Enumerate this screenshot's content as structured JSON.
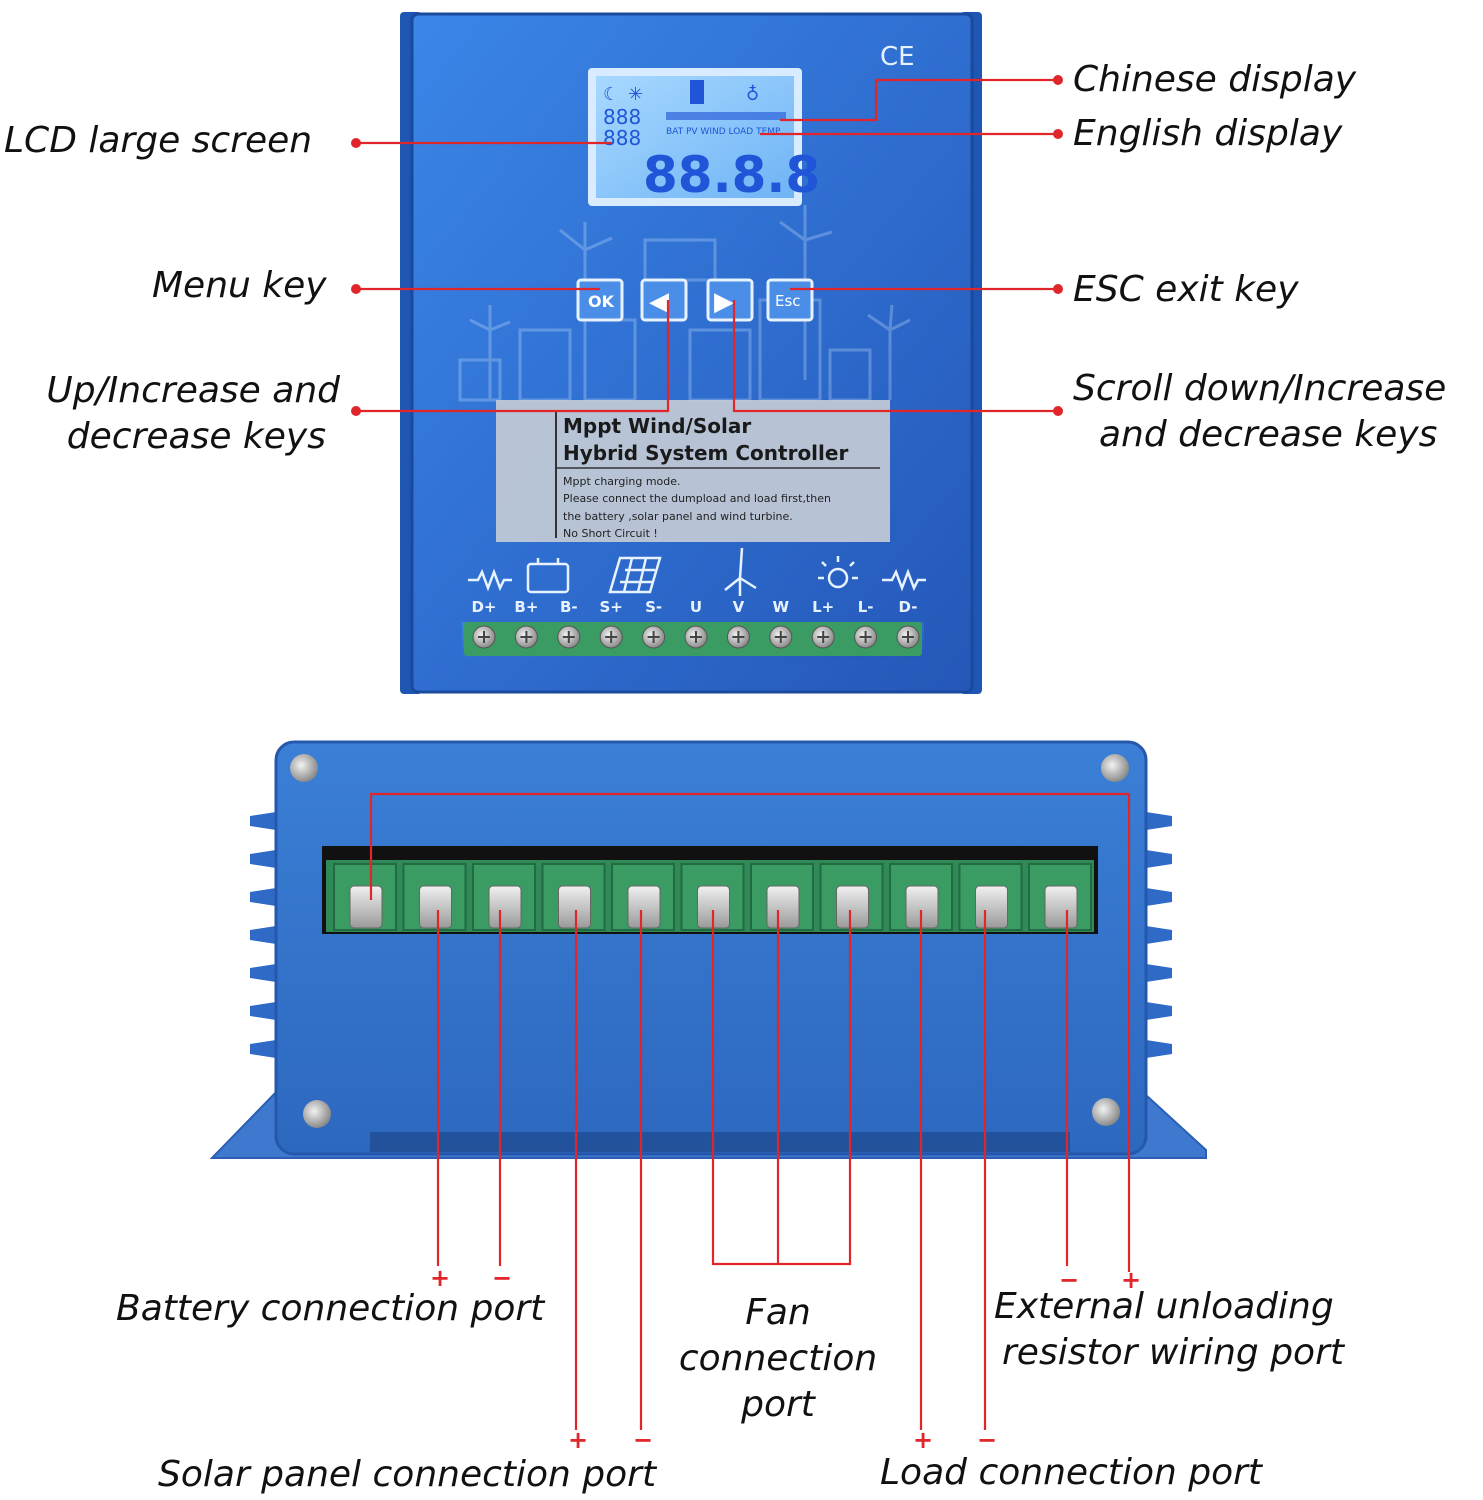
{
  "colors": {
    "leader": "#e0262a",
    "body_blue": "#2b6fd1",
    "body_blue_dark": "#1c4fa8",
    "terminal_green": "#2f8a57",
    "lcd_blue": "#8ec9ff"
  },
  "device": {
    "ce_mark": "CE",
    "lcd_digits": "88.8.8",
    "lcd_small_a": "888",
    "lcd_small_b": "888",
    "lcd_row_labels": "BAT PV WIND LOAD TEMP",
    "keys": {
      "ok": "OK",
      "left": "◀",
      "right": "▶",
      "esc": "Esc"
    },
    "label_title_1": "Mppt Wind/Solar",
    "label_title_2": "Hybrid System Controller",
    "label_lines": [
      "Mppt charging mode.",
      "Please connect the dumpload and load first,then",
      "the battery ,solar panel and wind turbine.",
      "No Short Circuit !"
    ],
    "terminal_labels": [
      "D+",
      "B+",
      "B-",
      "S+",
      "S-",
      "U",
      "V",
      "W",
      "L+",
      "L-",
      "D-"
    ],
    "terminal_icons": [
      "resistor-icon",
      "battery-icon",
      "solar-panel-icon",
      "wind-turbine-icon",
      "lamp-icon",
      "resistor-icon"
    ]
  },
  "callouts": {
    "lcd": "LCD large screen",
    "chinese": "Chinese display",
    "english": "English display",
    "menu": "Menu key",
    "esc": "ESC exit key",
    "up_line1": "Up/Increase and",
    "up_line2": "decrease keys",
    "down_line1": "Scroll down/Increase",
    "down_line2": "and decrease keys",
    "battery": "Battery connection port",
    "fan_line1": "Fan",
    "fan_line2": "connection",
    "fan_line3": "port",
    "ext_line1": "External unloading",
    "ext_line2": "resistor wiring port",
    "solar": "Solar panel connection port",
    "load": "Load connection port"
  },
  "polarity": {
    "battery_plus": "+",
    "battery_minus": "−",
    "solar_plus": "+",
    "solar_minus": "−",
    "load_plus": "+",
    "load_minus": "−",
    "ext_minus": "−",
    "ext_plus": "+"
  }
}
